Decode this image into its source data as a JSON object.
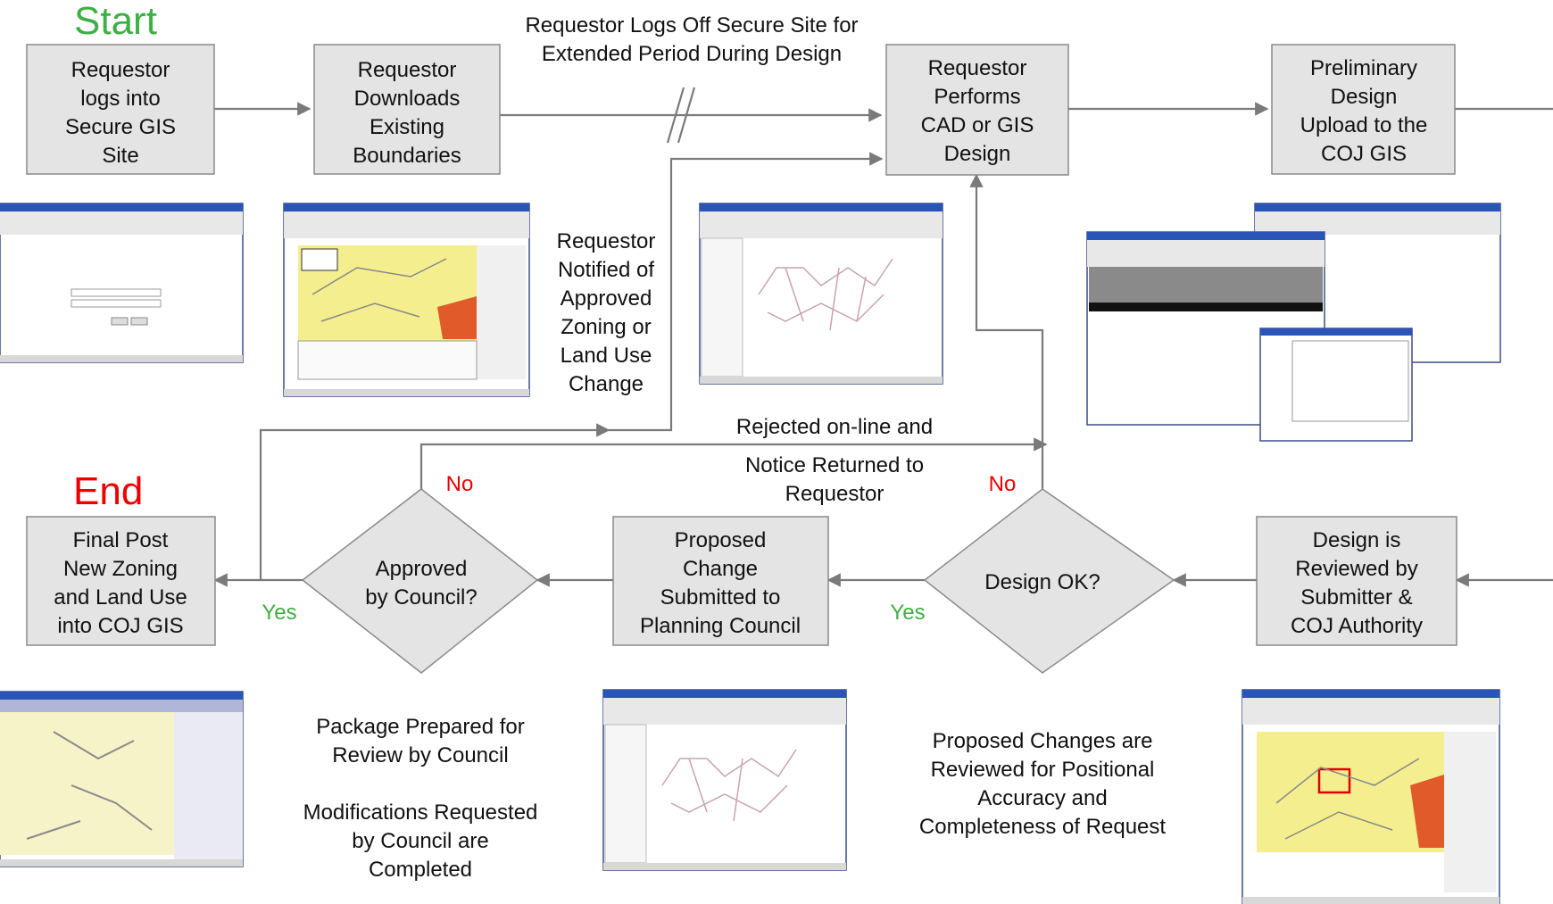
{
  "diagram": {
    "start_label": "Start",
    "end_label": "End",
    "boxes": {
      "login": [
        "Requestor",
        "logs into",
        "Secure GIS",
        "Site"
      ],
      "download": [
        "Requestor",
        "Downloads",
        "Existing",
        "Boundaries"
      ],
      "design": [
        "Requestor",
        "Performs",
        "CAD or GIS",
        "Design"
      ],
      "upload": [
        "Preliminary",
        "Design",
        "Upload to the",
        "COJ GIS"
      ],
      "review": [
        "Design is",
        "Reviewed by",
        "Submitter  &",
        "COJ Authority"
      ],
      "proposed": [
        "Proposed",
        "Change",
        "Submitted to",
        "Planning Council"
      ],
      "final": [
        "Final Post",
        "New Zoning",
        "and Land Use",
        "into COJ GIS"
      ]
    },
    "decisions": {
      "design_ok": [
        "Design OK?"
      ],
      "approved": [
        "Approved",
        "by Council?"
      ]
    },
    "branch_labels": {
      "yes": "Yes",
      "no": "No"
    },
    "annotations": {
      "logoff": [
        "Requestor Logs Off Secure Site for",
        "Extended Period During Design"
      ],
      "notified": [
        "Requestor",
        "Notified of",
        "Approved",
        "Zoning or",
        "Land Use",
        "Change"
      ],
      "rejected": [
        "Rejected on-line and"
      ],
      "notice": [
        "Notice Returned to",
        "Requestor"
      ],
      "package": [
        "Package Prepared for",
        "Review by Council"
      ],
      "modifications": [
        "Modifications Requested",
        "by Council are",
        "Completed"
      ],
      "proposed_review": [
        "Proposed Changes are",
        "Reviewed for Positional",
        "Accuracy and",
        "Completeness of Request"
      ]
    },
    "colors": {
      "box_fill": "#e4e4e4",
      "box_stroke": "#8a8a8a",
      "arrow": "#7a7a7a",
      "start": "#3cb043",
      "end": "#ee0000"
    }
  }
}
